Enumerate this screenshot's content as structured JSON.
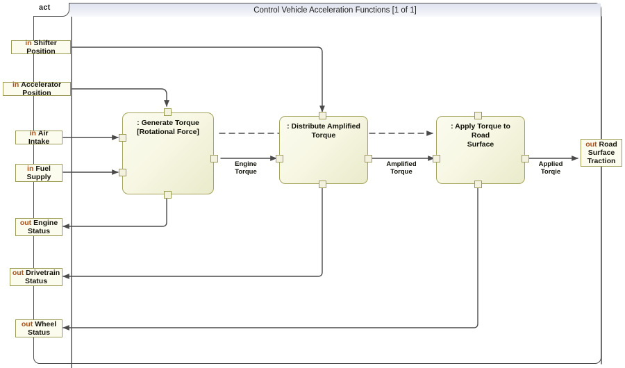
{
  "diagram": {
    "kind_tag": "act",
    "title": "Control Vehicle Acceleration Functions [1 of 1]",
    "frame_border_color": "#4a4a4a",
    "title_bar_color": "#dfe3ef",
    "node_fill_color": "#f7f7e4",
    "node_border_color": "#a3a35c",
    "port_fill_color": "#fbfbee",
    "port_border_color": "#9a9a52",
    "direction_keyword_color": "#a6521a",
    "edge_color": "#4a4a4a"
  },
  "parameters": [
    {
      "id": "shifter-position",
      "direction": "in",
      "name": "Shifter Position"
    },
    {
      "id": "accelerator-position",
      "direction": "in",
      "name": "Accelerator Position"
    },
    {
      "id": "air-intake",
      "direction": "in",
      "name": "Air Intake"
    },
    {
      "id": "fuel-supply",
      "direction": "in",
      "name": "Fuel\nSupply"
    },
    {
      "id": "engine-status",
      "direction": "out",
      "name": "Engine\nStatus"
    },
    {
      "id": "drivetrain-status",
      "direction": "out",
      "name": "Drivetrain\nStatus"
    },
    {
      "id": "wheel-status",
      "direction": "out",
      "name": "Wheel\nStatus"
    },
    {
      "id": "road-surface-traction",
      "direction": "out",
      "name": "Road\nSurface\nTraction"
    }
  ],
  "actions": [
    {
      "id": "generate-torque",
      "label": ": Generate Torque\n[Rotational Force]"
    },
    {
      "id": "distribute-torque",
      "label": ": Distribute Amplified\nTorque"
    },
    {
      "id": "apply-torque",
      "label": ": Apply Torque to Road\nSurface"
    }
  ],
  "edge_labels": [
    {
      "id": "engine-torque",
      "text": "Engine\nTorque"
    },
    {
      "id": "amplified-torque",
      "text": "Amplified\nTorque"
    },
    {
      "id": "applied-torque",
      "text": "Applied\nTorqie"
    }
  ]
}
